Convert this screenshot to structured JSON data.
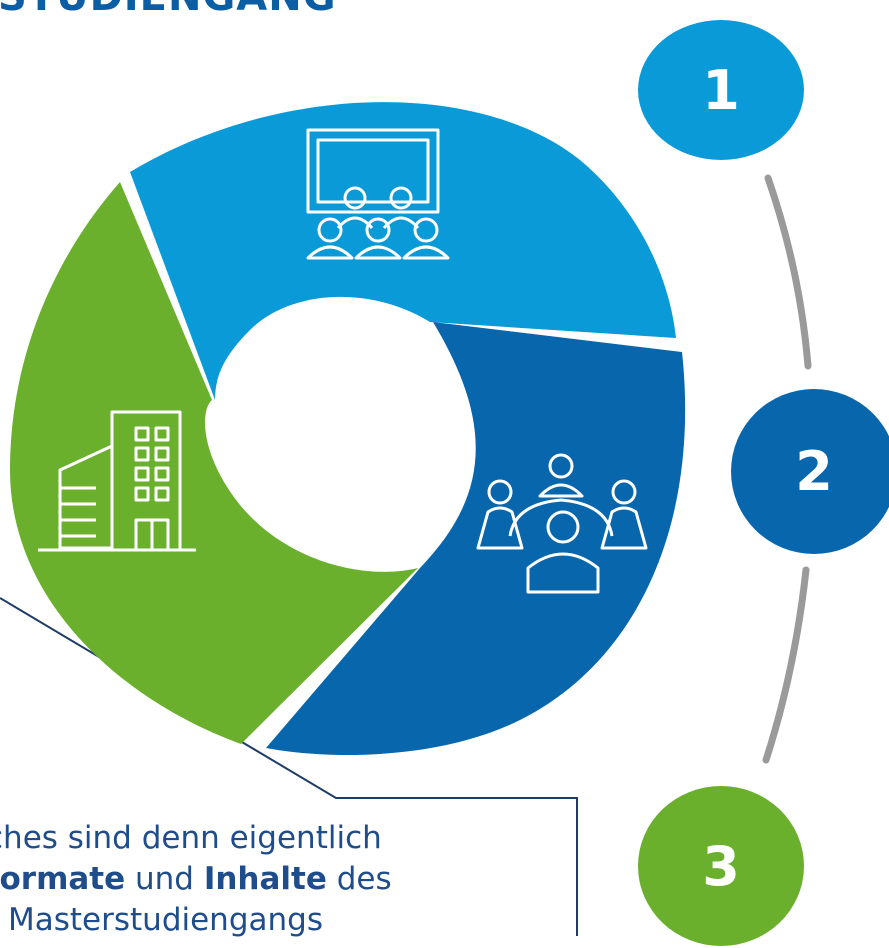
{
  "header": {
    "title": "STUDIENGANG"
  },
  "steps": [
    {
      "number": "1",
      "color": "#0a9ad8"
    },
    {
      "number": "2",
      "color": "#0866ad"
    },
    {
      "number": "3",
      "color": "#6ab02d"
    }
  ],
  "segments": [
    {
      "name": "lecture",
      "color": "#0a9ad8",
      "icon": "lecture-audience-icon"
    },
    {
      "name": "meeting",
      "color": "#0866ad",
      "icon": "meeting-table-icon"
    },
    {
      "name": "building",
      "color": "#6ab02d",
      "icon": "office-building-icon"
    }
  ],
  "callout": {
    "line1": "ches sind denn eigentlich",
    "line2_bold_a": "formate",
    "line2_mid": " und ",
    "line2_bold_b": "Inhalte",
    "line2_end": " des",
    "line3": "Masterstudiengangs"
  }
}
